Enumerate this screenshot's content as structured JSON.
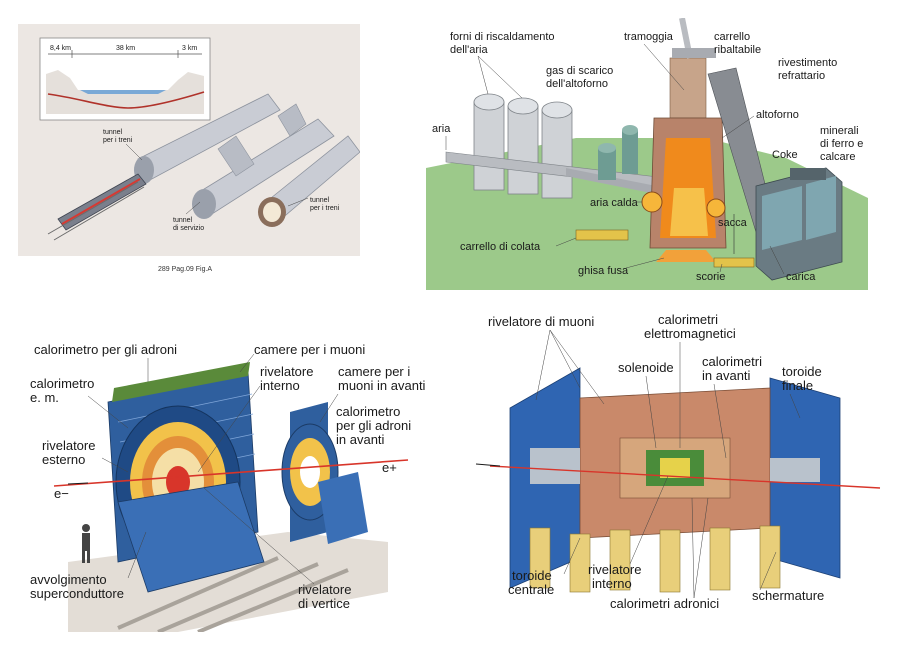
{
  "tunnel": {
    "profile_distances": [
      "8,4 km",
      "38 km",
      "3 km"
    ],
    "label_rail_tunnel_left": [
      "tunnel",
      "per i treni"
    ],
    "label_service_tunnel": [
      "tunnel",
      "di servizio"
    ],
    "label_rail_tunnel_right": [
      "tunnel",
      "per i treni"
    ],
    "caption": "289 Pag.09 Fig.A",
    "colors": {
      "background": "#ece7e3",
      "pipe": "#c9ccd4",
      "pipe_dark": "#9aa0ab",
      "profile_line": "#b0322a",
      "sea": "#7aa9d6"
    }
  },
  "furnace": {
    "labels": {
      "air_heaters": [
        "forni di riscaldamento",
        "dell'aria"
      ],
      "hopper": "tramoggia",
      "skip_car": [
        "carrello",
        "ribaltabile"
      ],
      "exhaust_gas": [
        "gas di scarico",
        "dell'altoforno"
      ],
      "refractory_lining": [
        "rivestimento",
        "refrattario"
      ],
      "air": "aria",
      "blast_furnace": "altoforno",
      "ore": [
        "minerali",
        "di ferro e",
        "calcare"
      ],
      "coke": "Coke",
      "hot_air": "aria calda",
      "bosh": "sacca",
      "tapping_car": "carrello di colata",
      "pig_iron": "ghisa fusa",
      "slag": "scorie",
      "charge": "carica"
    },
    "colors": {
      "background": "#9cc98a",
      "silo": "#cfd2d6",
      "furnace_hot": "#f08a1c",
      "tank": "#6e9c93"
    }
  },
  "collider_left": {
    "labels": {
      "hadron_calorimeter": "calorimetro per gli adroni",
      "muon_chambers": "camere per i muoni",
      "em_calorimeter": [
        "calorimetro",
        "e. m."
      ],
      "inner_detector": [
        "rivelatore",
        "interno"
      ],
      "forward_muon_chambers": [
        "camere per i",
        "muoni in avanti"
      ],
      "forward_hadron_calorimeter": [
        "calorimetro",
        "per gli adroni",
        "in avanti"
      ],
      "outer_detector": [
        "rivelatore",
        "esterno"
      ],
      "electron": "e−",
      "positron": "e+",
      "superconducting_coil": [
        "avvolgimento",
        "superconduttore"
      ],
      "vertex_detector": [
        "rivelatore",
        "di vertice"
      ]
    },
    "colors": {
      "blue": "#2f5f9e",
      "yellow": "#f2c24a",
      "red": "#d8352a",
      "floor": "#e3ddd6"
    }
  },
  "collider_right": {
    "labels": {
      "muon_detector": "rivelatore di muoni",
      "em_calorimeters": [
        "calorimetri",
        "elettromagnetici"
      ],
      "solenoid": "solenoide",
      "forward_calorimeters": [
        "calorimetri",
        "in avanti"
      ],
      "end_toroid": [
        "toroide",
        "finale"
      ],
      "central_toroid": [
        "toroide",
        "centrale"
      ],
      "inner_detector": [
        "rivelatore",
        "interno"
      ],
      "hadronic_calorimeters": "calorimetri adronici",
      "shielding": "schermature"
    },
    "colors": {
      "blue": "#2f65b2",
      "copper": "#c9896a",
      "support": "#e8cf7a",
      "green": "#4a8c3a"
    }
  }
}
